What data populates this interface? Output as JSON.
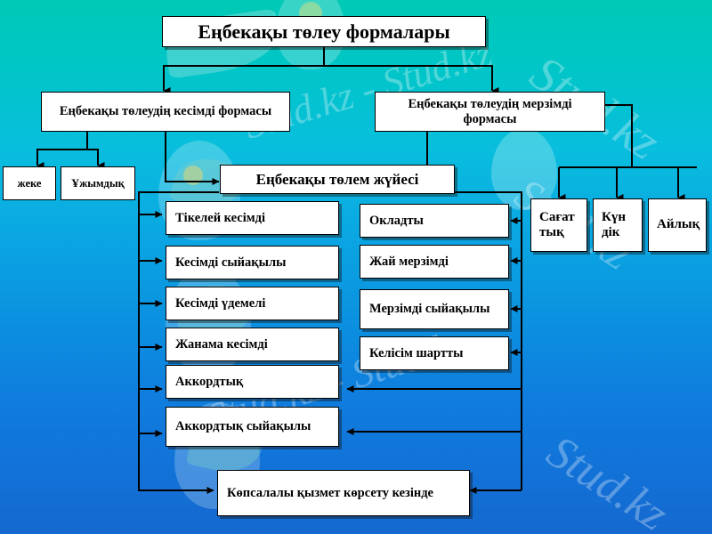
{
  "title": {
    "label": "Еңбекақы төлеу формалары"
  },
  "level2": {
    "left": "Еңбекақы төлеудің кесімді формасы",
    "right": "Еңбекақы төлеудің мерзімді формасы"
  },
  "forms_left_children": [
    {
      "label": "жеке"
    },
    {
      "label": "Ұжымдық"
    }
  ],
  "system": {
    "label": "Еңбекақы төлем жүйесі"
  },
  "piece_rate_systems": [
    {
      "label": "Тікелей кесімді"
    },
    {
      "label": "Кесімді сыйақылы"
    },
    {
      "label": "Кесімді үдемелі"
    },
    {
      "label": "Жанама кесімді"
    },
    {
      "label": "Аккордтық"
    },
    {
      "label": "Аккордтық сыйақылы"
    }
  ],
  "time_rate_systems": [
    {
      "label": "Окладты"
    },
    {
      "label": "Жай мерзімді"
    },
    {
      "label": "Мерзімді сыйақылы"
    },
    {
      "label": "Келісім шартты"
    }
  ],
  "time_units": [
    {
      "label": "Сағат тық"
    },
    {
      "label": "Күн дік"
    },
    {
      "label": "Айлық"
    }
  ],
  "bottom": {
    "label": "Көпсалалы қызмет көрсету кезінде"
  },
  "watermark": {
    "text_a": "Stud.kz",
    "text_b": "Stud.kz - Stud.kz",
    "text_c": "Stud.kz - Stud.kz",
    "text_d": "Stud.kz",
    "text_e": "Stud.kz"
  },
  "colors": {
    "background_top": "#00c9b6",
    "background_bottom": "#1569cf",
    "box_fill": "#ffffff",
    "box_border": "#000000",
    "connector": "#000000",
    "watermark": "#ffffff"
  }
}
